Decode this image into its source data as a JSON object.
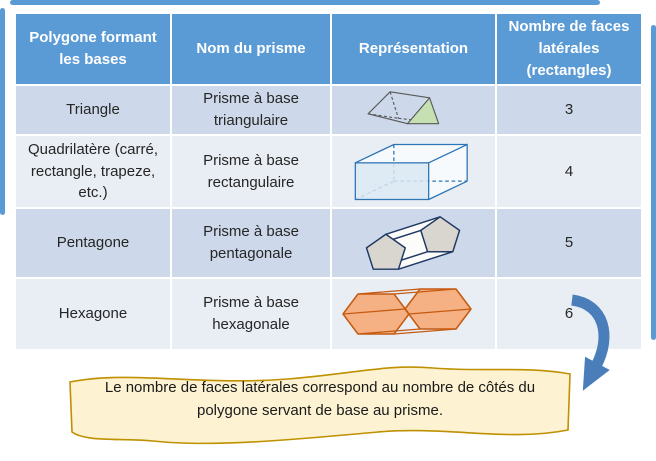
{
  "table": {
    "headers": [
      "Polygone formant les bases",
      "Nom du prisme",
      "Représentation",
      "Nombre de faces latérales (rectangles)"
    ],
    "rows": [
      {
        "polygon": "Triangle",
        "prism": "Prisme à base triangulaire",
        "representation": "triangular-prism",
        "faces": "3"
      },
      {
        "polygon": "Quadrilatère (carré, rectangle, trapeze, etc.)",
        "prism": "Prisme à base rectangulaire",
        "representation": "rectangular-prism",
        "faces": "4"
      },
      {
        "polygon": "Pentagone",
        "prism": "Prisme à base pentagonale",
        "representation": "pentagonal-prism",
        "faces": "5"
      },
      {
        "polygon": "Hexagone",
        "prism": "Prisme à base hexagonale",
        "representation": "hexagonal-prism",
        "faces": "6"
      }
    ]
  },
  "note": {
    "text": "Le nombre de faces latérales correspond au nombre de côtés du polygone servant de base au prisme."
  },
  "colors": {
    "frame_accent": "#5b9bd5",
    "header_bg": "#5b9bd5",
    "row_alt_dark": "#cdd9ea",
    "row_alt_light": "#e9edf4",
    "note_fill": "#fdf3d2",
    "note_border": "#bf9000",
    "arrow_blue": "#4a7ebb",
    "triangle_face_green": "#c6e0b4",
    "cuboid_blue": "#2e75b6",
    "pentagon_gray": "#d9d6d0",
    "pentagon_navy": "#1f3864",
    "hexagon_orange_fill": "#f5b183",
    "hexagon_orange_stroke": "#c55a11"
  }
}
